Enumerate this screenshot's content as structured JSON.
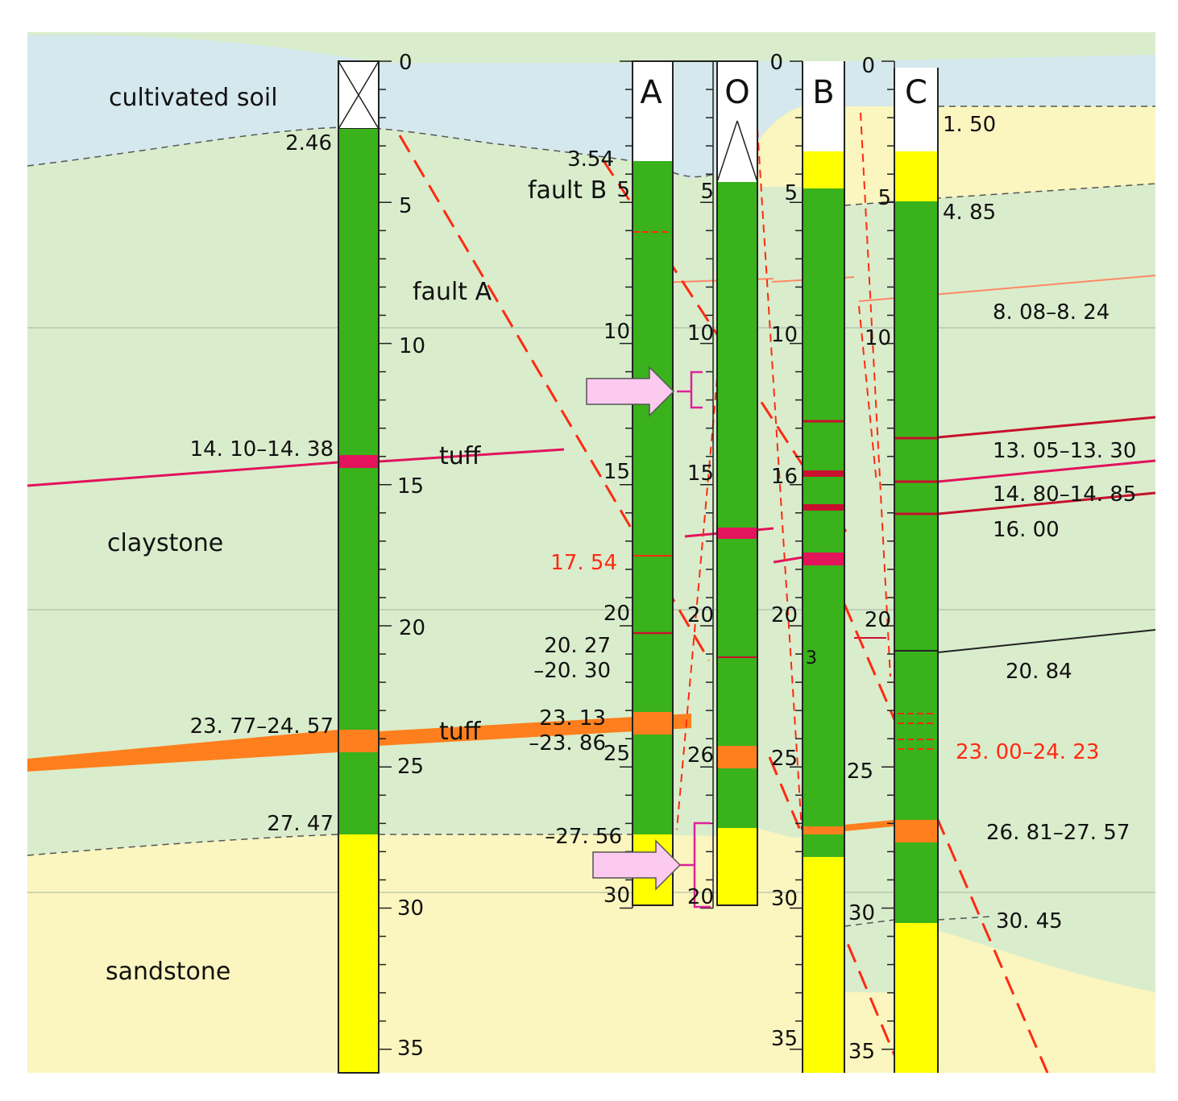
{
  "layers": {
    "soil": "cultivated soil",
    "clay": "claystone",
    "sand": "sandstone"
  },
  "colors": {
    "soil": "#d4e8ee",
    "clay": "#d9edcc",
    "sand": "#fbf5bf",
    "core_green": "#39b21b",
    "core_yellow": "#ffff00",
    "tuff_orange": "#ff7f1e",
    "tuff_pink": "#e3135c",
    "fault_red": "#ff2a12",
    "bracket": "#e0219c",
    "arrow_fill": "#fbcaee",
    "red_text": "#ff2a12"
  },
  "columns": {
    "left": {
      "label": "",
      "top": "2.46"
    },
    "A": {
      "label": "A",
      "top": "3.54"
    },
    "O": {
      "label": "O"
    },
    "B": {
      "label": "B"
    },
    "C": {
      "label": "C"
    }
  },
  "scale_labels": {
    "main": [
      "0",
      "5",
      "10",
      "15",
      "20",
      "25",
      "30",
      "35"
    ],
    "a": [
      "5",
      "10",
      "15",
      "20",
      "25",
      "30"
    ],
    "o": [
      "5",
      "10",
      "15",
      "20",
      "26",
      "20"
    ],
    "b_left": [
      "0",
      "5",
      "10",
      "16",
      "20",
      "25",
      "30",
      "35"
    ],
    "b_right": [
      "0",
      "5",
      "10",
      "20",
      "25",
      "30",
      "35"
    ]
  },
  "annotations": {
    "fault_a": "fault A",
    "fault_b": "fault B",
    "tuff_upper": "tuff",
    "tuff_lower": "tuff",
    "left_tuff1": "14. 10–14. 38",
    "left_tuff2": "23. 77–24. 57",
    "left_bottom": "27. 47",
    "a_red": "17. 54",
    "a_thin1": "20. 27",
    "a_thin2": "–20. 30",
    "a_tuff1": "23. 13",
    "a_tuff2": "–23. 86",
    "a_bottom": "–27. 56",
    "b_mark": "3",
    "c_1": "1. 50",
    "c_2": "4. 85",
    "c_3": "8. 08–8. 24",
    "c_4": "13. 05–13. 30",
    "c_5": "14. 80–14. 85",
    "c_6": "16. 00",
    "c_7": "20. 84",
    "c_8": "23. 00–24. 23",
    "c_9": "26. 81–27. 57",
    "c_10": "30. 45"
  }
}
